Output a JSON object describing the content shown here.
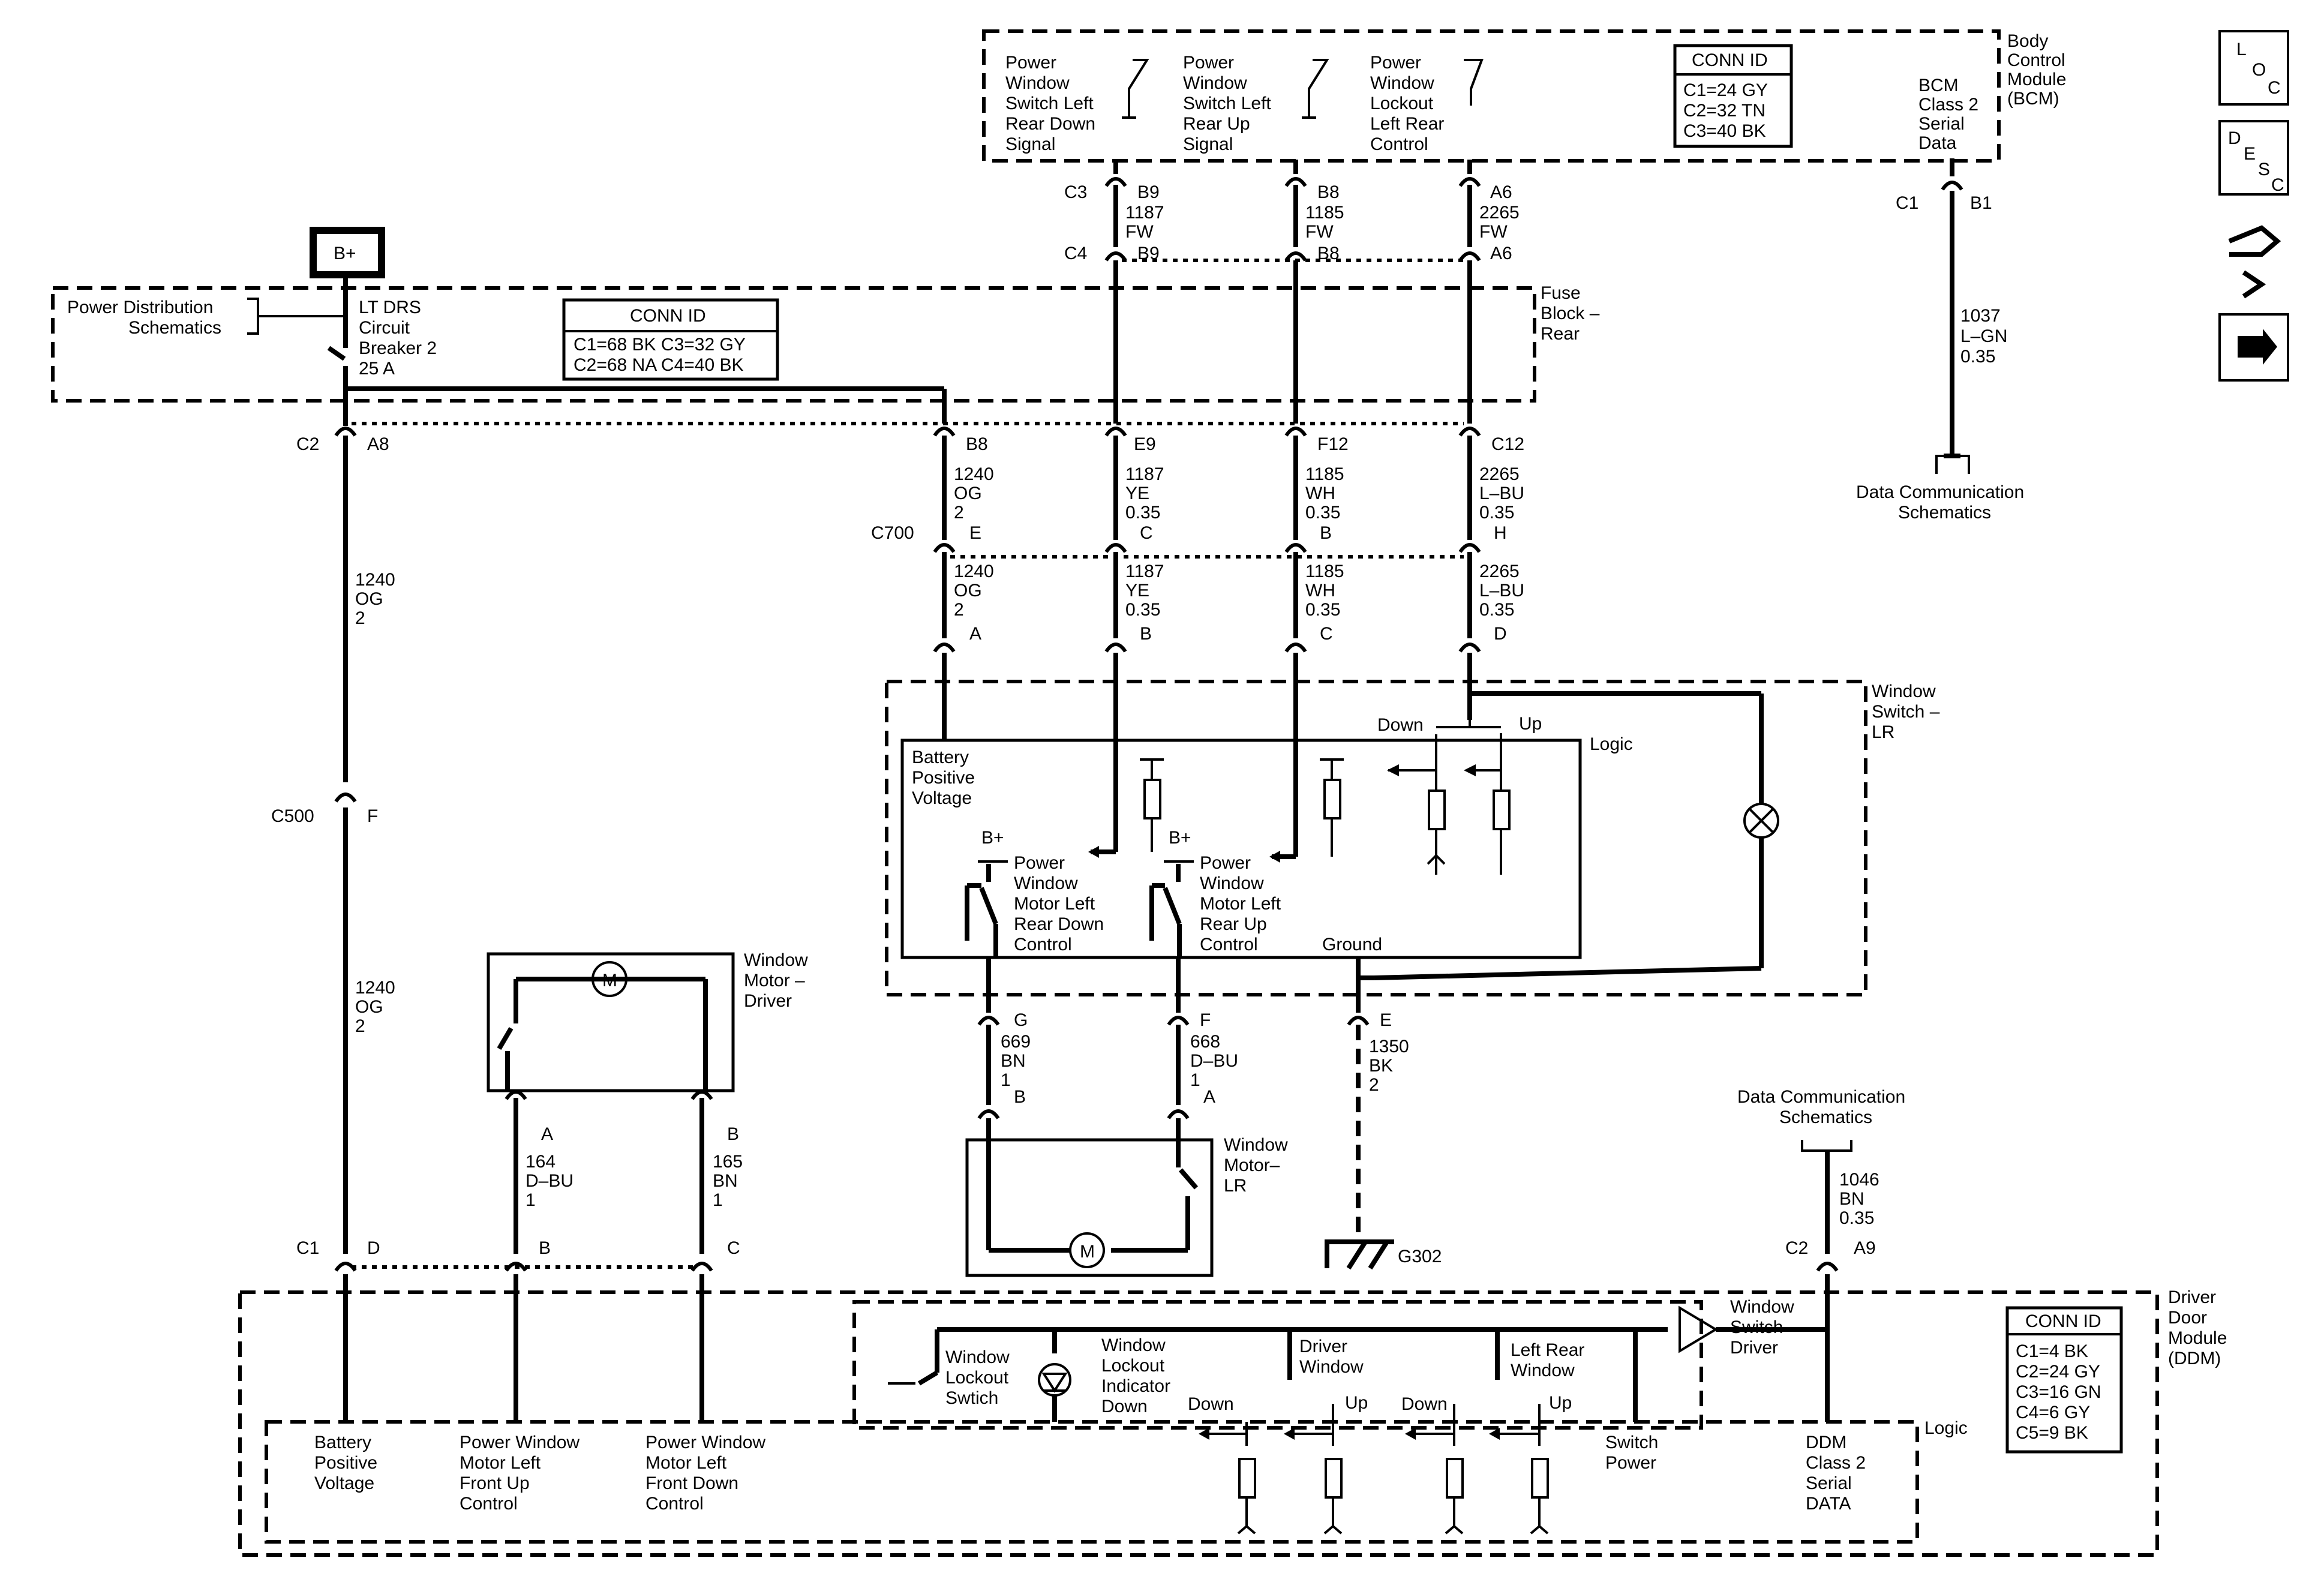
{
  "diagram": {
    "bplus": "B+",
    "power_distribution": [
      "Power Distribution",
      "Schematics"
    ],
    "lt_drs": [
      "LT DRS",
      "Circuit",
      "Breaker 2",
      "25 A"
    ],
    "fuse_block": [
      "Fuse",
      "Block –",
      "Rear"
    ],
    "fuse_conn": {
      "title": "CONN ID",
      "line1": "C1=68 BK  C3=32 GY",
      "line2": "C2=68 NA  C4=40 BK"
    },
    "bcm": {
      "name": [
        "Body",
        "Control",
        "Module",
        "(BCM)"
      ],
      "conn_title": "CONN ID",
      "conn": [
        "C1=24 GY",
        "C2=32 TN",
        "C3=40 BK"
      ],
      "sig_down": [
        "Power",
        "Window",
        "Switch Left",
        "Rear Down",
        "Signal"
      ],
      "sig_up": [
        "Power",
        "Window",
        "Switch Left",
        "Rear Up",
        "Signal"
      ],
      "sig_lock": [
        "Power",
        "Window",
        "Lockout",
        "Left Rear",
        "Control"
      ],
      "class2": [
        "BCM",
        "Class 2",
        "Serial",
        "Data"
      ]
    },
    "bcm_pins": {
      "c3": "C3",
      "c4": "C4",
      "b9a": "B9",
      "b8a": "B8",
      "a6a": "A6",
      "b9b": "B9",
      "b8b": "B8",
      "a6b": "A6",
      "c1": "C1",
      "b1": "B1"
    },
    "w1187_fw": [
      "1187",
      "FW"
    ],
    "w1185_fw": [
      "1185",
      "FW"
    ],
    "w2265_fw": [
      "2265",
      "FW"
    ],
    "w1037": [
      "1037",
      "L–GN",
      "0.35"
    ],
    "data_comm_top": [
      "Data Communication",
      "Schematics"
    ],
    "c2_a8": {
      "c2": "C2",
      "a8": "A8"
    },
    "w1240_top": [
      "1240",
      "OG",
      "2"
    ],
    "c500": {
      "c": "C500",
      "f": "F"
    },
    "w1240_bot": [
      "1240",
      "OG",
      "2"
    ],
    "c700": "C700",
    "c700_top_pins": [
      "B8",
      "E9",
      "F12",
      "C12"
    ],
    "c700_upper": [
      [
        "1240",
        "OG",
        "2"
      ],
      [
        "1187",
        "YE",
        "0.35"
      ],
      [
        "1185",
        "WH",
        "0.35"
      ],
      [
        "2265",
        "L–BU",
        "0.35"
      ]
    ],
    "c700_mid_letters": [
      "E",
      "C",
      "B",
      "H"
    ],
    "c700_lower": [
      [
        "1240",
        "OG",
        "2"
      ],
      [
        "1187",
        "YE",
        "0.35"
      ],
      [
        "1185",
        "WH",
        "0.35"
      ],
      [
        "2265",
        "L–BU",
        "0.35"
      ]
    ],
    "lr_pins": [
      "A",
      "B",
      "C",
      "D"
    ],
    "window_switch_lr": {
      "name": [
        "Window",
        "Switch –",
        "LR"
      ],
      "logic": "Logic",
      "batt": [
        "Battery",
        "Positive",
        "Voltage"
      ],
      "bplus1": "B+",
      "bplus2": "B+",
      "down": "Down",
      "up": "Up",
      "motor_down": [
        "Power",
        "Window",
        "Motor Left",
        "Rear Down",
        "Control"
      ],
      "motor_up": [
        "Power",
        "Window",
        "Motor Left",
        "Rear Up",
        "Control"
      ],
      "ground": "Ground"
    },
    "lr_bottom_pins": {
      "g": "G",
      "f": "F",
      "e": "E"
    },
    "w669": [
      "669",
      "BN",
      "1"
    ],
    "w668": [
      "668",
      "D–BU",
      "1"
    ],
    "w1350": [
      "1350",
      "BK",
      "2"
    ],
    "motor_lr_pins": {
      "b": "B",
      "a": "A"
    },
    "window_motor_lr": [
      "Window",
      "Motor–",
      "LR"
    ],
    "motor_symbol": "M",
    "g302": "G302",
    "window_motor_driver": [
      "Window",
      "Motor –",
      "Driver"
    ],
    "driver_motor_pins": {
      "a": "A",
      "b": "B"
    },
    "w164": [
      "164",
      "D–BU",
      "1"
    ],
    "w165": [
      "165",
      "BN",
      "1"
    ],
    "ddm_c1": {
      "c1": "C1",
      "d": "D",
      "b": "B",
      "c": "C"
    },
    "data_comm_bot": [
      "Data Communication",
      "Schematics"
    ],
    "w1046": [
      "1046",
      "BN",
      "0.35"
    ],
    "ddm_c2": {
      "c2": "C2",
      "a9": "A9"
    },
    "ddm": {
      "name": [
        "Driver",
        "Door",
        "Module",
        "(DDM)"
      ],
      "conn_title": "CONN ID",
      "conn": [
        "C1=4 BK",
        "C2=24 GY",
        "C3=16 GN",
        "C4=6 GY",
        "C5=9 BK"
      ],
      "window_switch_driver": [
        "Window",
        "Switch –",
        "Driver"
      ],
      "logic": "Logic",
      "lockout_switch": [
        "Window",
        "Lockout",
        "Swtich"
      ],
      "lockout_ind": [
        "Window",
        "Lockout",
        "Indicator",
        "Down"
      ],
      "driver_window": [
        "Driver",
        "Window"
      ],
      "left_rear_window": [
        "Left Rear",
        "Window"
      ],
      "down1": "Down",
      "up1": "Up",
      "down2": "Down",
      "up2": "Up",
      "batt": [
        "Battery",
        "Positive",
        "Voltage"
      ],
      "front_up": [
        "Power Window",
        "Motor Left",
        "Front Up",
        "Control"
      ],
      "front_down": [
        "Power Window",
        "Motor Left",
        "Front Down",
        "Control"
      ],
      "switch_power": [
        "Switch",
        "Power"
      ],
      "class2": [
        "DDM",
        "Class 2",
        "Serial",
        "DATA"
      ]
    },
    "side_icons": {
      "loc": [
        "L",
        "O",
        "C"
      ],
      "desc": [
        "D",
        "E",
        "S",
        "C"
      ]
    }
  }
}
